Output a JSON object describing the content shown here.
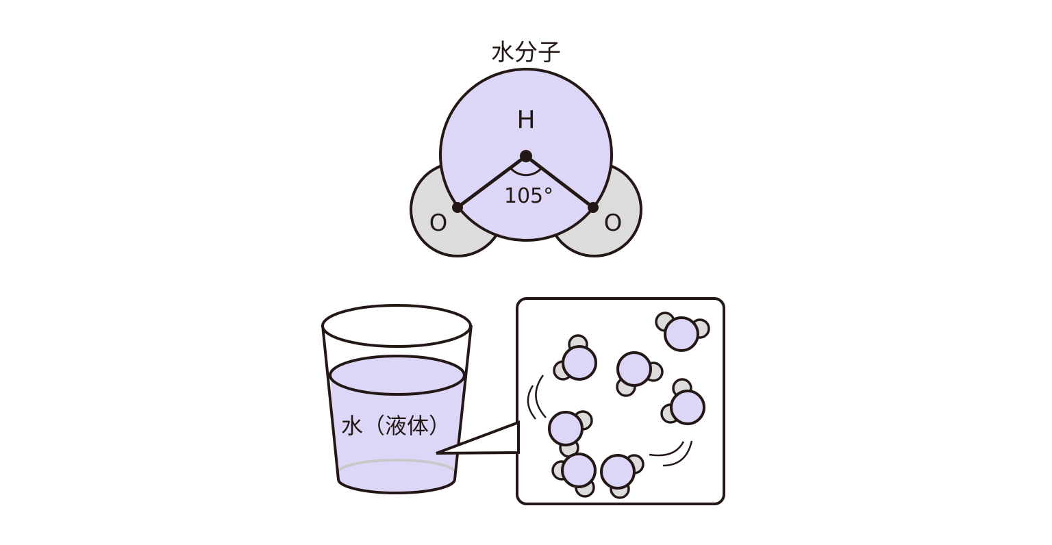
{
  "molecule": {
    "title": "水分子",
    "atom_center": "H",
    "atom_left": "O",
    "atom_right": "O",
    "angle": "105°"
  },
  "glass": {
    "label": "水（液体）"
  },
  "colors": {
    "purple": "#dcd6f7",
    "grey": "#dcdcdc",
    "stroke": "#231815"
  }
}
